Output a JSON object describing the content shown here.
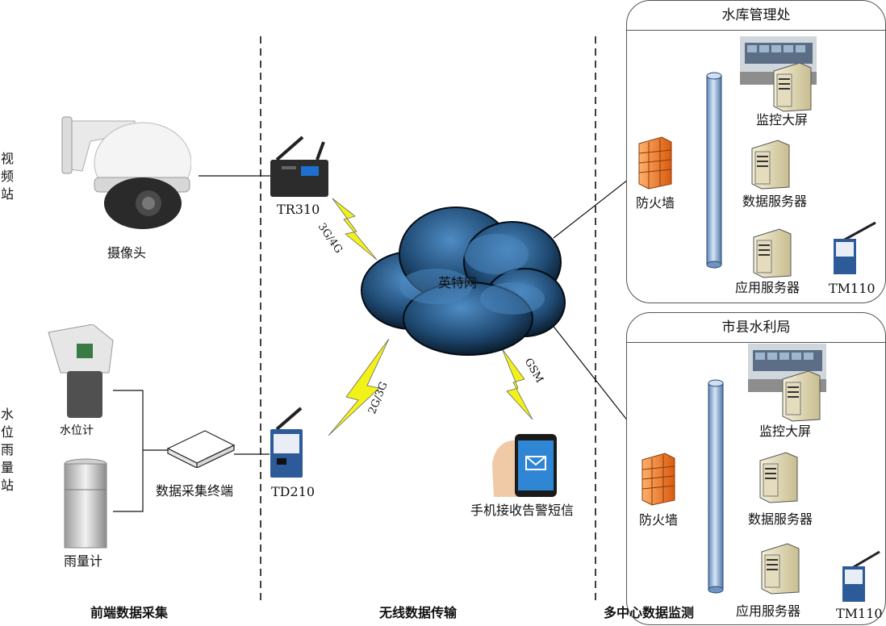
{
  "left_stations": {
    "video": "视频站",
    "water_rain": "水位雨量站"
  },
  "devices": {
    "camera": "摄像头",
    "tr310": "TR310",
    "water_level": "水位计",
    "rain_gauge": "雨量计",
    "terminal": "数据采集终端",
    "td210": "TD210",
    "cloud": "英特网",
    "phone": "手机接收告警短信"
  },
  "links": {
    "l3g4g": "3G/4G",
    "l2g3g": "2G/3G",
    "gsm": "GSM"
  },
  "panels": [
    {
      "title": "水库管理处",
      "firewall": "防火墙",
      "screen": "监控大屏",
      "data_server": "数据服务器",
      "app_server": "应用服务器",
      "tm": "TM110"
    },
    {
      "title": "市县水利局",
      "firewall": "防火墙",
      "screen": "监控大屏",
      "data_server": "数据服务器",
      "app_server": "应用服务器",
      "tm": "TM110"
    }
  ],
  "sections": {
    "front": "前端数据采集",
    "wireless": "无线数据传输",
    "center": "多中心数据监测"
  },
  "colors": {
    "cloud_dark": "#0d1f33",
    "cloud_light": "#3c78b0",
    "firewall": "#f07a25",
    "lightning": "#f2f21a",
    "pipe": "#8fb3dc"
  }
}
